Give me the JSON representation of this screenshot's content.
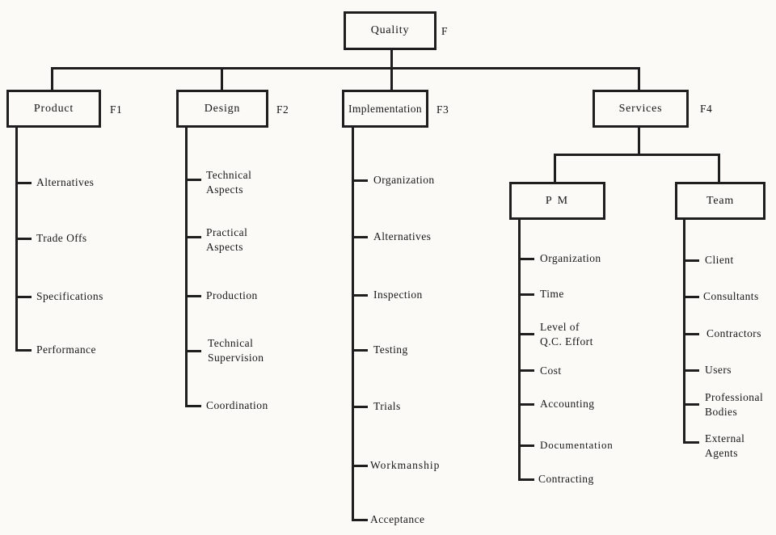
{
  "tree": {
    "root": {
      "label": "Quality",
      "tag": "F"
    },
    "branches": [
      {
        "label": "Product",
        "tag": "F1",
        "items": [
          "Alternatives",
          "Trade Offs",
          "Specifications",
          "Performance"
        ]
      },
      {
        "label": "Design",
        "tag": "F2",
        "items": [
          "Technical\nAspects",
          "Practical\nAspects",
          "Production",
          "Technical\nSupervision",
          "Coordination"
        ]
      },
      {
        "label": "Implementation",
        "tag": "F3",
        "items": [
          "Organization",
          "Alternatives",
          "Inspection",
          "Testing",
          "Trials",
          "Workmanship",
          "Acceptance"
        ]
      },
      {
        "label": "Services",
        "tag": "F4",
        "subgroups": [
          {
            "label": "P M",
            "items": [
              "Organization",
              "Time",
              "Level of\nQ.C. Effort",
              "Cost",
              "Accounting",
              "Documentation",
              "Contracting"
            ]
          },
          {
            "label": "Team",
            "items": [
              "Client",
              "Consultants",
              "Contractors",
              "Users",
              "Professional\nBodies",
              "External\nAgents"
            ]
          }
        ]
      }
    ]
  },
  "colors": {
    "ink": "#1e1e1e",
    "paper": "#fbfaf7"
  }
}
